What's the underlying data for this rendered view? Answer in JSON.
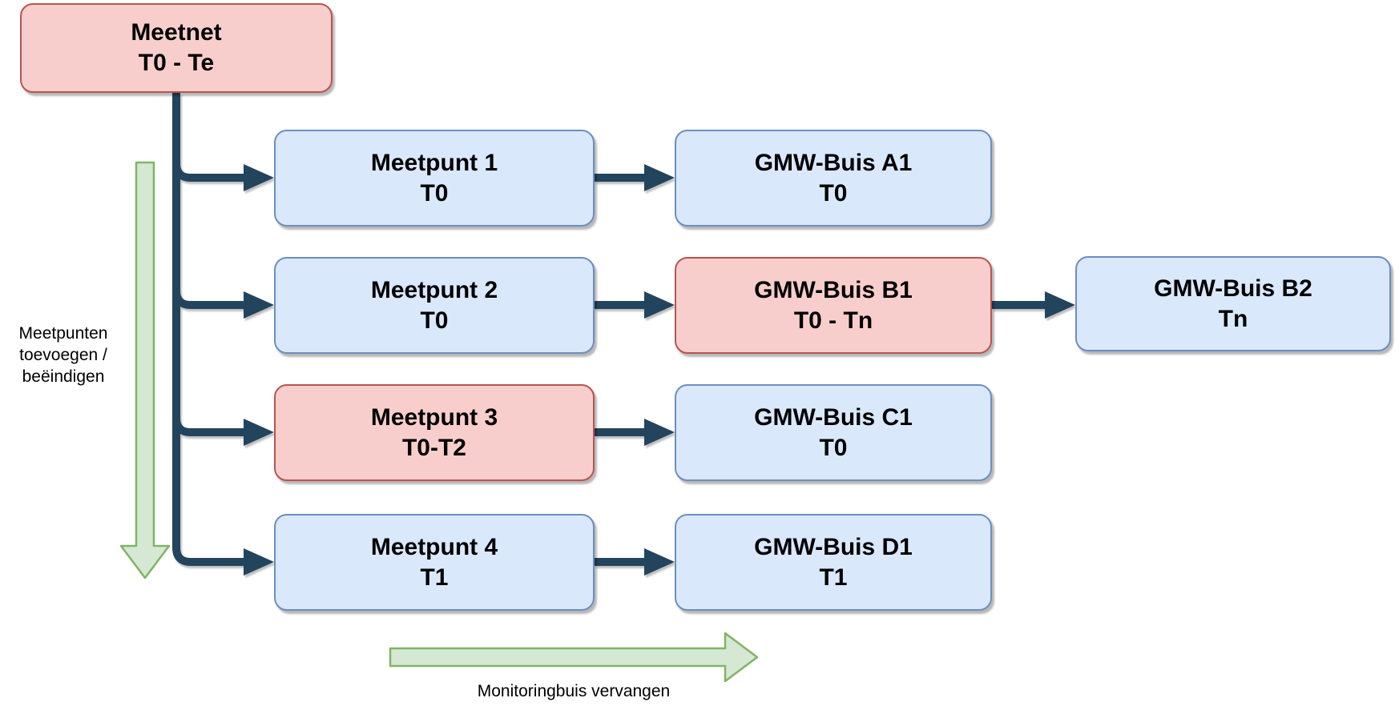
{
  "colors": {
    "blue_fill": "#dae8fc",
    "blue_stroke": "#6c8ebf",
    "red_fill": "#f8cecc",
    "red_stroke": "#b85450",
    "green_fill": "#d5e8d4",
    "green_stroke": "#82b366",
    "connector": "#23445d",
    "text": "#000000"
  },
  "nodes": {
    "meetnet": {
      "title": "Meetnet",
      "period": "T0 - Te"
    },
    "meetpunt1": {
      "title": "Meetpunt 1",
      "period": "T0"
    },
    "meetpunt2": {
      "title": "Meetpunt 2",
      "period": "T0"
    },
    "meetpunt3": {
      "title": "Meetpunt 3",
      "period": "T0-T2"
    },
    "meetpunt4": {
      "title": "Meetpunt 4",
      "period": "T1"
    },
    "buisA1": {
      "title": "GMW-Buis A1",
      "period": "T0"
    },
    "buisB1": {
      "title": "GMW-Buis B1",
      "period": "T0 - Tn"
    },
    "buisB2": {
      "title": "GMW-Buis B2",
      "period": "Tn"
    },
    "buisC1": {
      "title": "GMW-Buis C1",
      "period": "T0"
    },
    "buisD1": {
      "title": "GMW-Buis D1",
      "period": "T1"
    }
  },
  "annotations": {
    "left_arrow_label": "Meetpunten toevoegen / beëindigen",
    "bottom_arrow_label": "Monitoringbuis vervangen"
  }
}
